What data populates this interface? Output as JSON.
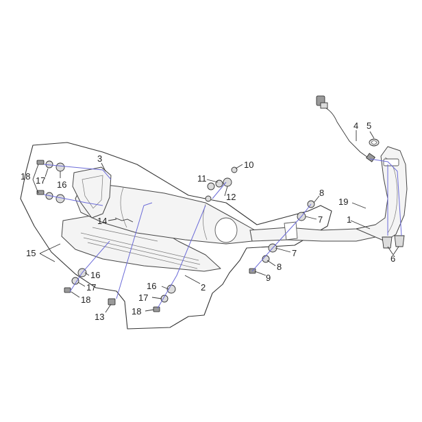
{
  "diagram": {
    "callouts": [
      "1",
      "2",
      "3",
      "4",
      "5",
      "6",
      "7",
      "7",
      "8",
      "8",
      "9",
      "10",
      "11",
      "12",
      "13",
      "14",
      "15",
      "16",
      "16",
      "16",
      "17",
      "17",
      "17",
      "18",
      "18",
      "18",
      "19"
    ]
  },
  "colors": {
    "assembly_line": "#6a6ad8",
    "outline": "#333333",
    "background": "#ffffff"
  }
}
